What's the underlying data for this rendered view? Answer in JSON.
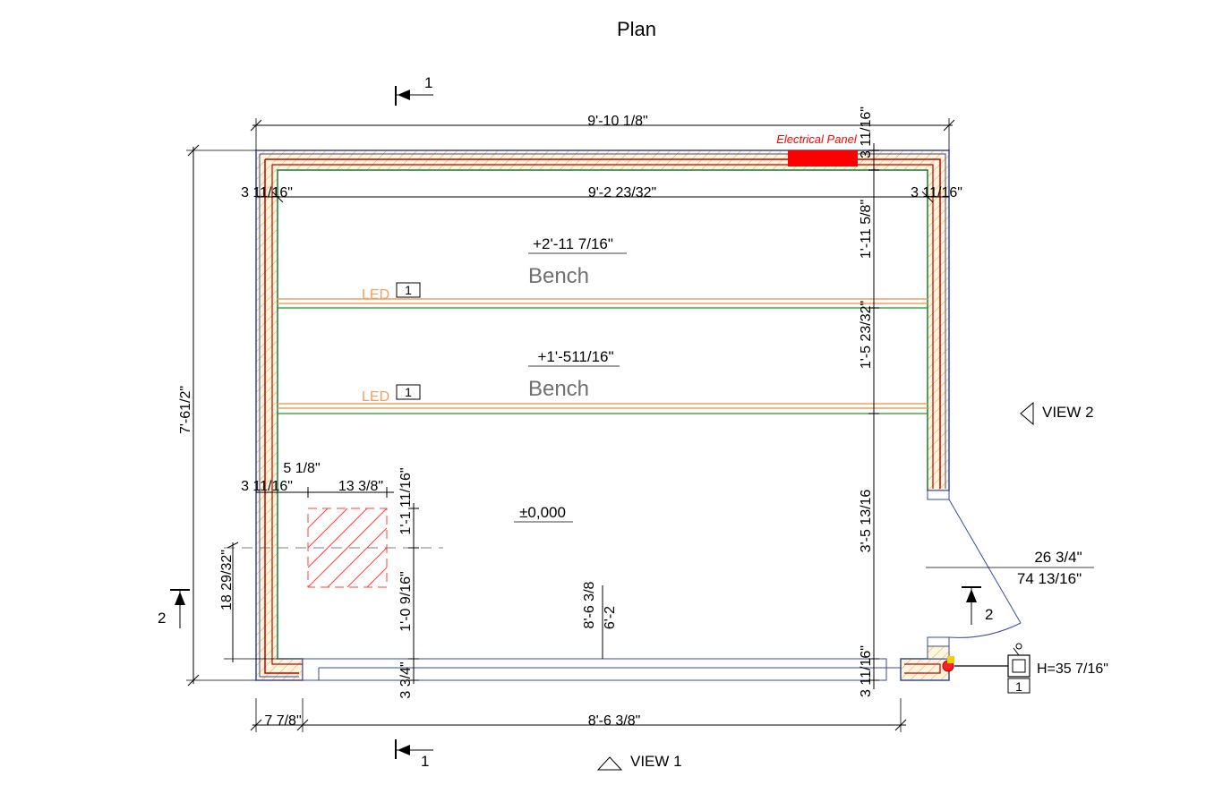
{
  "title": "Plan",
  "dimensions": {
    "overall_width": "9'-10 1/8\"",
    "inner_width": "9'-2 23/32\"",
    "left_wall_top": "3 11/16\"",
    "right_wall_top": "3 11/16\"",
    "top_wall_right": "3 11/16\"",
    "bench1_depth": "1'-11 5/8\"",
    "bench2_depth": "1'-5 23/32\"",
    "lower_depth": "3'-5 13/16",
    "overall_height": "7'-61/2\"",
    "left_wall_mid": "3 11/16\"",
    "offset_x": "5 1/8\"",
    "heater_width": "13 3/8\"",
    "heater_top": "1'-1 11/16\"",
    "heater_bottom": "1'-0 9/16\"",
    "heater_left": "18 29/32\"",
    "window_height": "8'-6 3/8",
    "window_height2": "6'-2",
    "bottom_wall_left": "3 3/4\"",
    "bottom_wall_right": "3 11/16\"",
    "bottom_left": "7 7/8\"",
    "bottom_width": "8'-6 3/8\"",
    "door_width": "26 3/4\"",
    "door_height": "74 13/16\"",
    "switch_height": "H=35 7/16\""
  },
  "labels": {
    "electrical_panel": "Electrical Panel",
    "bench": "Bench",
    "bench_upper_level": "+2'-11 7/16\"",
    "bench_lower_level": "+1'-511/16\"",
    "floor_level": "±0,000",
    "led": "LED",
    "led_tag": "1",
    "switch_tag": "1",
    "view1": "VIEW 1",
    "view2": "VIEW 2",
    "section1": "1",
    "section2": "2"
  },
  "colors": {
    "insulation": "#f0a030",
    "wall_outline": "#3a4a9a",
    "vapor": "#c00000",
    "green": "#1a9a2a",
    "led": "#f0a060",
    "panel": "#ff0000",
    "heater": "#ff4040"
  }
}
